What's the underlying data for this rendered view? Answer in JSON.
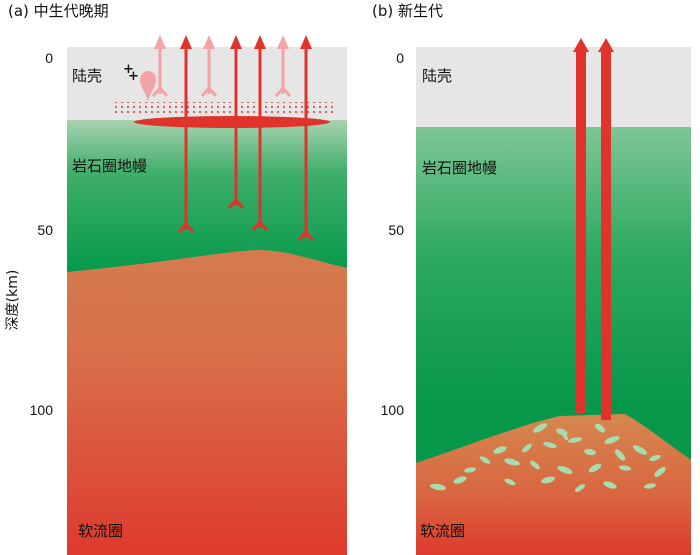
{
  "panels": {
    "a": {
      "title": "(a) 中生代晚期",
      "crust": "陆壳",
      "mantle": "岩石圈地幔",
      "asthenosphere": "软流圈",
      "plus_signs": [
        "+",
        "+"
      ]
    },
    "b": {
      "title": "(b) 新生代",
      "crust": "陆壳",
      "mantle": "岩石圈地幔",
      "asthenosphere": "软流圈"
    }
  },
  "axis": {
    "label": "深度(km)",
    "ticks": [
      "0",
      "50",
      "100"
    ]
  },
  "colors": {
    "crust": "#e6e6e6",
    "mantle_dark": "#07974b",
    "mantle_light": "#a9d3b0",
    "asthenosphere_top": "#d58a55",
    "asthenosphere_bottom": "#dd3a2e",
    "arrow_red": "#e0332c",
    "arrow_pink": "#f4a3a6",
    "xenolith": "#a6dcb0"
  }
}
